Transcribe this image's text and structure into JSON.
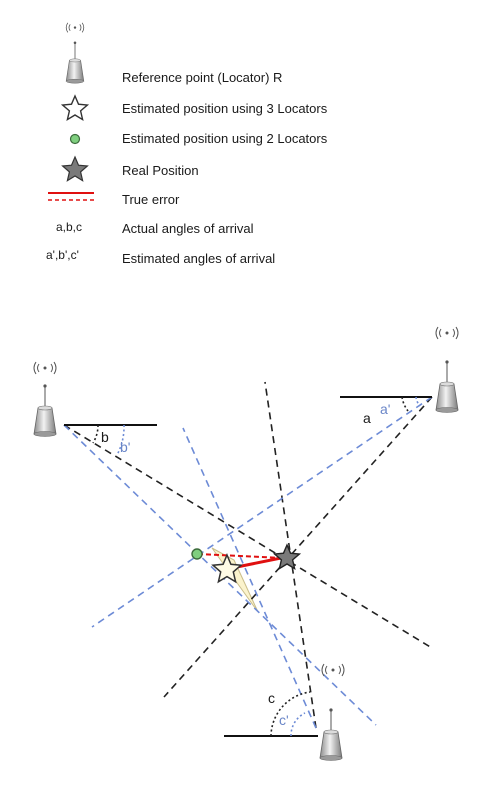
{
  "legend": [
    {
      "symbol": "locator-icon",
      "label": "Reference point (Locator) R"
    },
    {
      "symbol": "hollow-star-icon",
      "label": "Estimated  position using 3 Locators"
    },
    {
      "symbol": "green-dot-icon",
      "label": "Estimated  position using 2 Locators"
    },
    {
      "symbol": "gray-star-icon",
      "label": "Real Position"
    },
    {
      "symbol": "red-error-lines",
      "label": "True error"
    },
    {
      "symbol_text": "a,b,c",
      "label": "Actual angles of arrival"
    },
    {
      "symbol_text": "a',b',c'",
      "label": "Estimated angles of arrival"
    }
  ],
  "locator_wave_glyph": "((·))",
  "angles": {
    "a": "a",
    "a_prime": "a'",
    "b": "b",
    "b_prime": "b'",
    "c": "c",
    "c_prime": "c'"
  },
  "colors": {
    "actual_lines": "#222222",
    "estimated_lines": "#6d8bd6",
    "true_error": "#e01010",
    "triangle_fill": "#fbf3cc",
    "estimate_dot": "#7fcf7f",
    "real_star": "#7a7a7a"
  }
}
